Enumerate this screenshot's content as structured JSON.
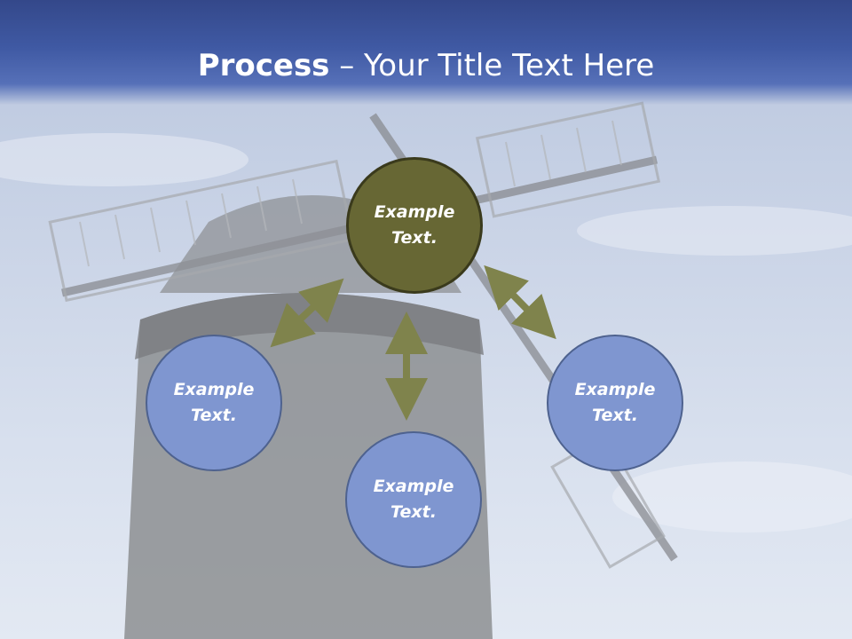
{
  "title": {
    "bold": "Process",
    "rest": " – Your Title Text Here"
  },
  "nodes": {
    "top": {
      "line1": "Example",
      "line2": "Text."
    },
    "left": {
      "line1": "Example",
      "line2": "Text."
    },
    "bottom": {
      "line1": "Example",
      "line2": "Text."
    },
    "right": {
      "line1": "Example",
      "line2": "Text."
    }
  },
  "colors": {
    "header": "#3f59a3",
    "top_node": "#676734",
    "blue_node": "#7f96d0",
    "arrow": "#7f834c"
  }
}
